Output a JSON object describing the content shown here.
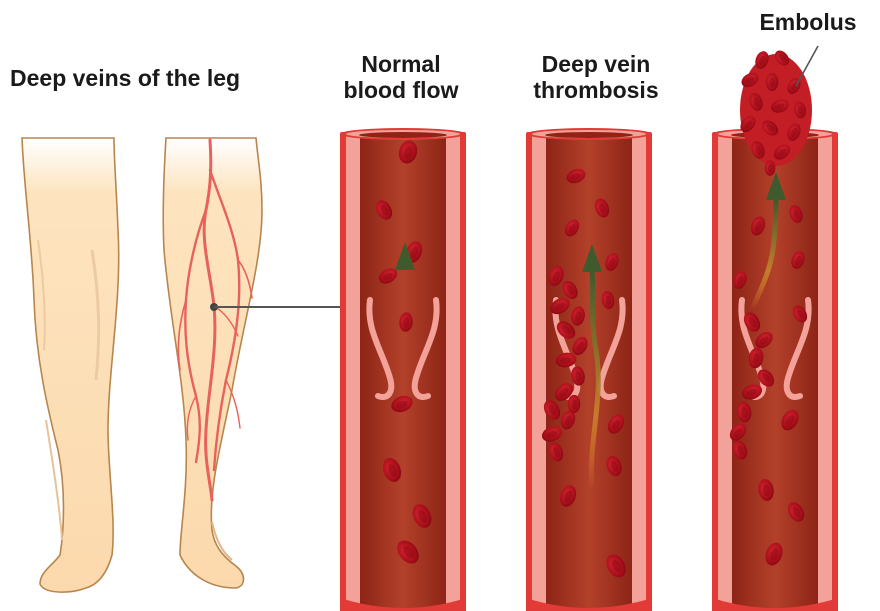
{
  "labels": {
    "legs": "Deep veins of the leg",
    "normal_line1": "Normal",
    "normal_line2": "blood flow",
    "dvt_line1": "Deep vein",
    "dvt_line2": "thrombosis",
    "embolus": "Embolus"
  },
  "colors": {
    "skin": "#fde4bf",
    "skin_outline": "#b7864e",
    "vein_red": "#e8625c",
    "vessel_wall": "#e23b37",
    "vessel_inner_wall": "#f3a29a",
    "vessel_lumen": "#a8301f",
    "blood_cell": "#b4121d",
    "flow_arrow": "#3f5a2c",
    "pointer_line": "#555555"
  },
  "icons": [
    "left-leg-illustration",
    "right-leg-illustration",
    "normal-vein-illustration",
    "dvt-vein-illustration",
    "embolus-vein-illustration",
    "flow-arrow-icon",
    "blood-clot-icon",
    "red-blood-cell-icon"
  ]
}
